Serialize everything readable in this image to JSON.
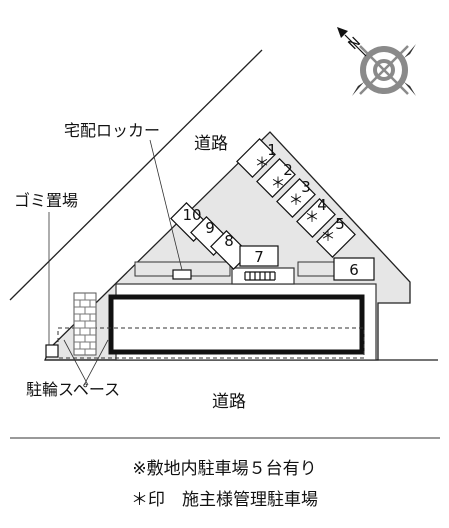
{
  "labels": {
    "road_top": "道路",
    "road_bottom": "道路",
    "locker": "宅配ロッカー",
    "garbage": "ゴミ置場",
    "bicycle": "駐輪スペース"
  },
  "parking_spaces": [
    {
      "no": "1",
      "marker": "＊"
    },
    {
      "no": "2",
      "marker": "＊"
    },
    {
      "no": "3",
      "marker": "＊"
    },
    {
      "no": "4",
      "marker": "＊"
    },
    {
      "no": "5",
      "marker": "＊"
    },
    {
      "no": "6",
      "marker": ""
    },
    {
      "no": "7",
      "marker": ""
    },
    {
      "no": "8",
      "marker": ""
    },
    {
      "no": "9",
      "marker": ""
    },
    {
      "no": "10",
      "marker": ""
    }
  ],
  "compass": {
    "letter": "N",
    "icon": "north-arrow-compass-icon"
  },
  "notes": {
    "line1": "※敷地内駐車場５台有り",
    "line2": "＊印　施主様管理駐車場"
  },
  "colors": {
    "site_fill": "#e6e6e6",
    "building_outline": "#111111",
    "brick": "#888888"
  }
}
